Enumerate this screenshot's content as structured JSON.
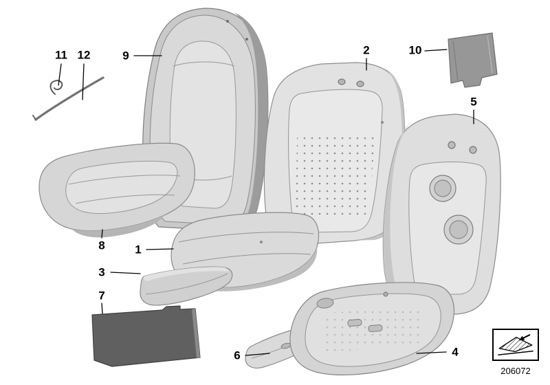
{
  "diagram": {
    "number": "206072",
    "callouts": {
      "c1": "1",
      "c2": "2",
      "c3": "3",
      "c4": "4",
      "c5": "5",
      "c6": "6",
      "c7": "7",
      "c8": "8",
      "c9": "9",
      "c10": "10",
      "c11": "11",
      "c12": "12"
    },
    "icons": {
      "thumbnail": "ramp-arrow-icon"
    },
    "colors": {
      "background": "#ffffff",
      "line": "#000000",
      "part_light": "#e2e2e2",
      "part_mid": "#c9c9c9",
      "part_shade": "#9c9c9c",
      "panel_dark": "#606060"
    }
  }
}
